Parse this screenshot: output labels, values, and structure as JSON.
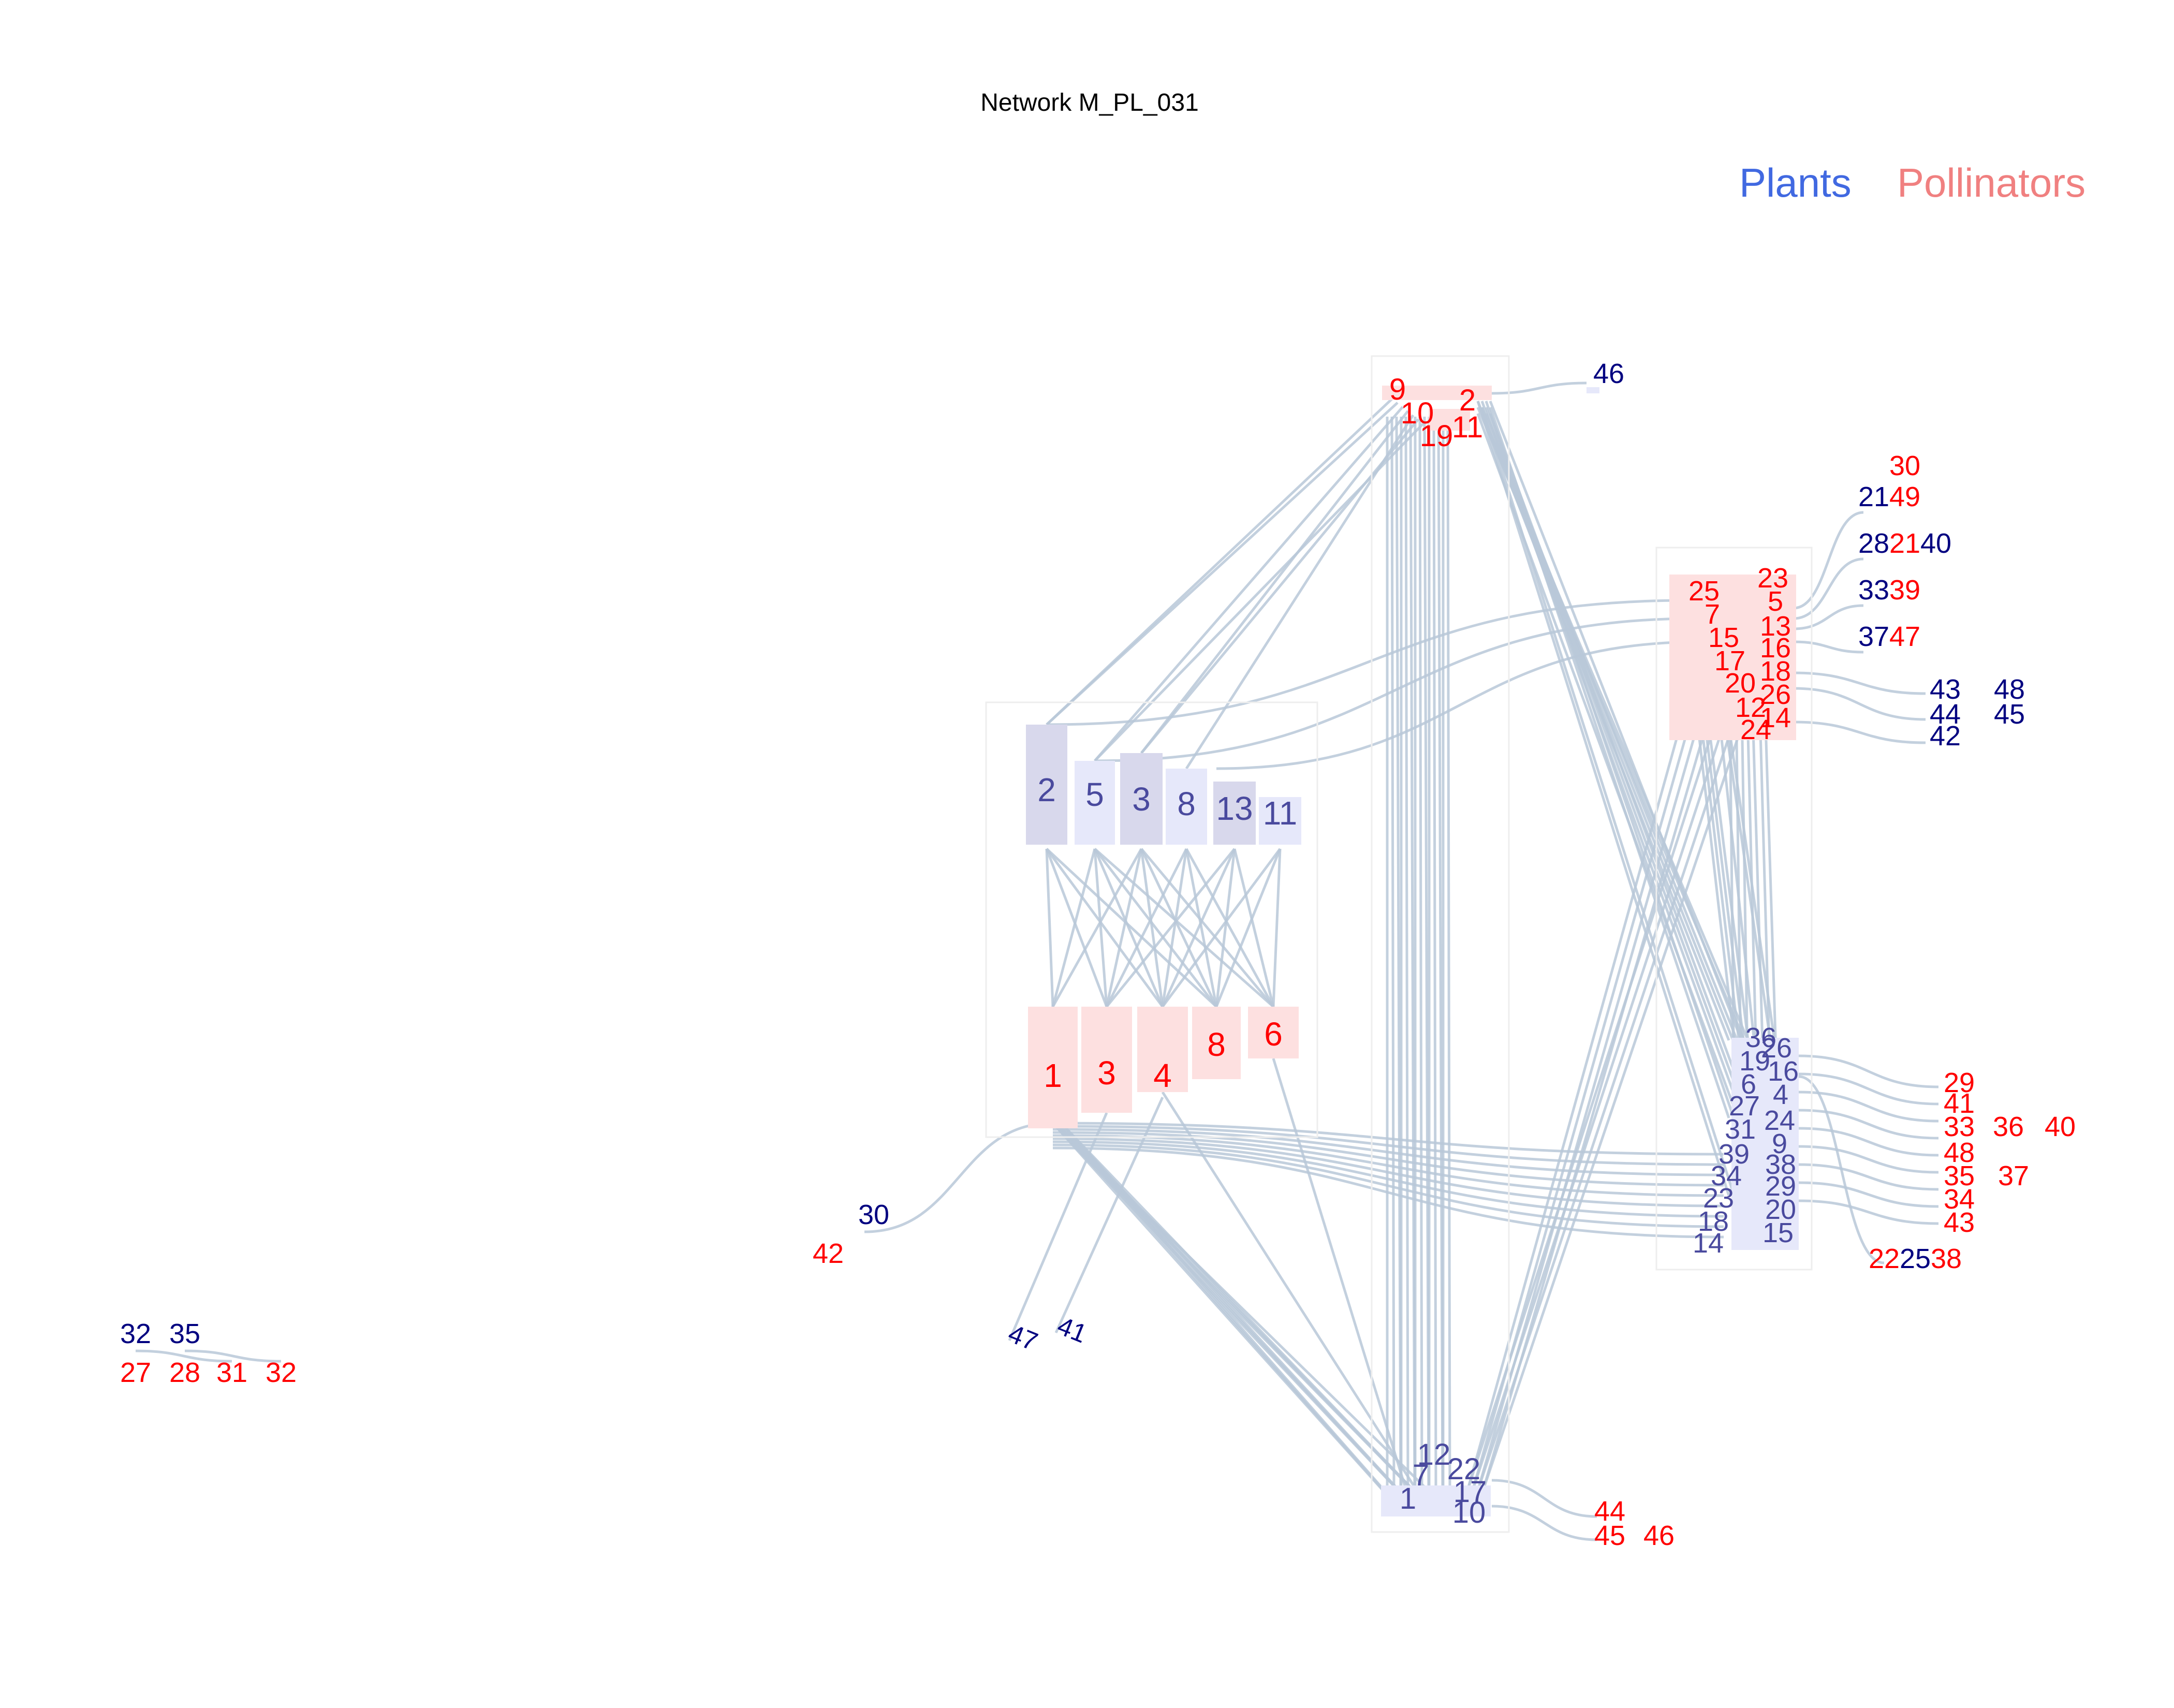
{
  "title": "Network M_PL_031",
  "legend": {
    "plants_label": "Plants",
    "pollinators_label": "Pollinators",
    "plants_color": "#4169E1",
    "pollinators_color": "#F08080"
  },
  "colors": {
    "edge": "#b8c8d8",
    "plant_label": "#000080",
    "plant_label_module": "#4a4a9e",
    "pollinator_label": "#ff0000",
    "plant_fill_dark": "#d8d8ec",
    "plant_fill_light": "#e6e8fa",
    "pollinator_fill": "#fde0e0",
    "module_border": "#eeeeee"
  },
  "modules": {
    "module_a": {
      "plants": [
        "2",
        "5",
        "3",
        "8",
        "13",
        "11"
      ],
      "pollinators": [
        "1",
        "3",
        "4",
        "8",
        "6"
      ]
    },
    "module_b": {
      "top_pollinators": [
        "9",
        "10",
        "2",
        "19",
        "11"
      ],
      "bottom_plants": [
        "12",
        "7",
        "22",
        "1",
        "17",
        "10"
      ]
    },
    "module_c": {
      "pollinators": [
        "25",
        "23",
        "7",
        "5",
        "15",
        "13",
        "17",
        "16",
        "20",
        "18",
        "12",
        "26",
        "24",
        "14"
      ],
      "plants": [
        "36",
        "26",
        "19",
        "16",
        "6",
        "4",
        "27",
        "31",
        "24",
        "9",
        "39",
        "38",
        "34",
        "29",
        "23",
        "20",
        "18",
        "15",
        "14"
      ]
    }
  },
  "satellites": [
    {
      "plants": [
        "46"
      ],
      "pollinators": []
    },
    {
      "plants": [
        "21"
      ],
      "pollinators": [
        "30",
        "49"
      ]
    },
    {
      "plants": [
        "28",
        "40"
      ],
      "pollinators": [
        "21"
      ]
    },
    {
      "plants": [
        "33"
      ],
      "pollinators": [
        "39"
      ]
    },
    {
      "plants": [
        "37"
      ],
      "pollinators": [
        "47"
      ]
    },
    {
      "plants": [
        "43",
        "48",
        "44",
        "45",
        "42"
      ],
      "pollinators": []
    },
    {
      "plants": [],
      "pollinators": [
        "29",
        "41",
        "33",
        "36",
        "40",
        "48",
        "35",
        "37",
        "34",
        "43"
      ]
    },
    {
      "plants": [
        "25"
      ],
      "pollinators": [
        "22",
        "38"
      ]
    },
    {
      "plants": [
        "30"
      ],
      "pollinators": [
        "42"
      ]
    },
    {
      "plants": [
        "47",
        "41"
      ],
      "pollinators": []
    },
    {
      "plants": [],
      "pollinators": [
        "44",
        "45",
        "46"
      ]
    },
    {
      "plants": [
        "32",
        "35"
      ],
      "pollinators": [
        "27",
        "28",
        "31",
        "32"
      ]
    }
  ]
}
